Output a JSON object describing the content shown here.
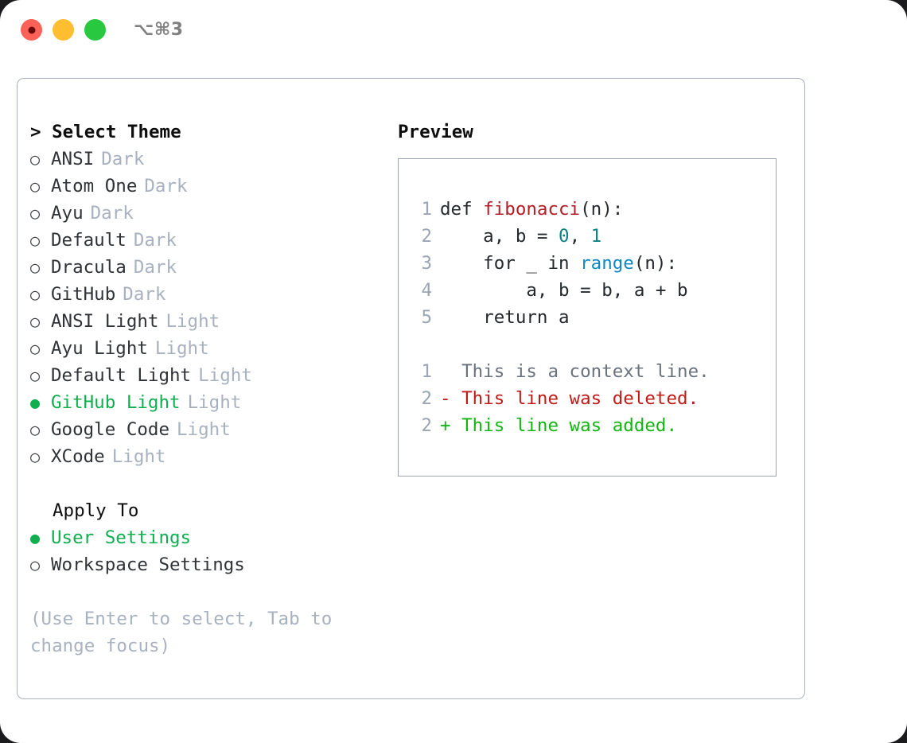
{
  "window": {
    "shortcut": "⌥⌘3",
    "traffic_lights": [
      {
        "name": "close",
        "color": "#fd6157"
      },
      {
        "name": "minimize",
        "color": "#ffbe2f"
      },
      {
        "name": "zoom",
        "color": "#28c840"
      }
    ]
  },
  "theme_panel": {
    "heading": "> Select Theme",
    "items": [
      {
        "bullet": "○",
        "label": "ANSI",
        "tag": "Dark",
        "selected": false
      },
      {
        "bullet": "○",
        "label": "Atom One",
        "tag": "Dark",
        "selected": false
      },
      {
        "bullet": "○",
        "label": "Ayu",
        "tag": "Dark",
        "selected": false
      },
      {
        "bullet": "○",
        "label": "Default",
        "tag": "Dark",
        "selected": false
      },
      {
        "bullet": "○",
        "label": "Dracula",
        "tag": "Dark",
        "selected": false
      },
      {
        "bullet": "○",
        "label": "GitHub",
        "tag": "Dark",
        "selected": false
      },
      {
        "bullet": "○",
        "label": "ANSI Light",
        "tag": "Light",
        "selected": false
      },
      {
        "bullet": "○",
        "label": "Ayu Light",
        "tag": "Light",
        "selected": false
      },
      {
        "bullet": "○",
        "label": "Default Light",
        "tag": "Light",
        "selected": false
      },
      {
        "bullet": "●",
        "label": "GitHub Light",
        "tag": "Light",
        "selected": true
      },
      {
        "bullet": "○",
        "label": "Google Code",
        "tag": "Light",
        "selected": false
      },
      {
        "bullet": "○",
        "label": "XCode",
        "tag": "Light",
        "selected": false
      }
    ]
  },
  "apply_to": {
    "heading": "Apply To",
    "options": [
      {
        "bullet": "●",
        "label": "User Settings",
        "selected": true
      },
      {
        "bullet": "○",
        "label": "Workspace Settings",
        "selected": false
      }
    ]
  },
  "hint": "(Use Enter to select, Tab to change focus)",
  "preview": {
    "heading": "Preview",
    "code_lines": [
      {
        "no": "1",
        "parts": [
          {
            "t": "def ",
            "c": "code-text"
          },
          {
            "t": "fibonacci",
            "c": "tok-fn"
          },
          {
            "t": "(n):",
            "c": "code-text"
          }
        ]
      },
      {
        "no": "2",
        "parts": [
          {
            "t": "    a, b = ",
            "c": "code-text"
          },
          {
            "t": "0",
            "c": "tok-num"
          },
          {
            "t": ", ",
            "c": "code-text"
          },
          {
            "t": "1",
            "c": "tok-num"
          }
        ]
      },
      {
        "no": "3",
        "parts": [
          {
            "t": "    for _ in ",
            "c": "code-text"
          },
          {
            "t": "range",
            "c": "tok-blue"
          },
          {
            "t": "(n):",
            "c": "code-text"
          }
        ]
      },
      {
        "no": "4",
        "parts": [
          {
            "t": "        a, b = b, a + b",
            "c": "code-text"
          }
        ]
      },
      {
        "no": "5",
        "parts": [
          {
            "t": "    return a",
            "c": "code-text"
          }
        ]
      }
    ],
    "diff_lines": [
      {
        "no": "1",
        "marker": "  ",
        "text": "This is a context line.",
        "kind": "diff-ctx"
      },
      {
        "no": "2",
        "marker": "- ",
        "text": "This line was deleted.",
        "kind": "diff-del"
      },
      {
        "no": "2",
        "marker": "+ ",
        "text": "This line was added.",
        "kind": "diff-add"
      }
    ]
  },
  "colors": {
    "accent_green": "#0fae4e",
    "muted": "#a8b1bf",
    "border": "#aab2bf",
    "fn_red": "#b31d28",
    "num_teal": "#0f7f80",
    "kw_blue": "#0f87c7",
    "diff_add": "#12b512",
    "diff_del": "#c01b17"
  }
}
